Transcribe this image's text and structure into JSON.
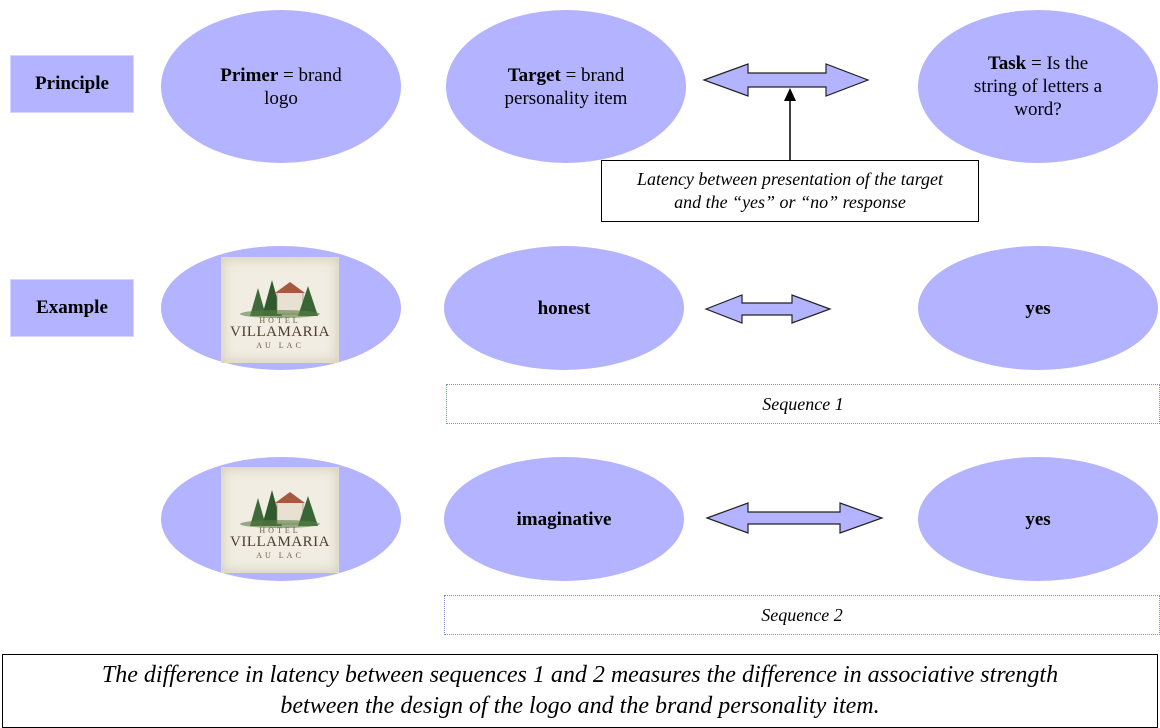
{
  "rows": {
    "principle_label": "Principle",
    "example_label": "Example"
  },
  "principle": {
    "primer_bold": "Primer",
    "primer_rest_1": " = brand",
    "primer_rest_2": "logo",
    "target_bold": "Target",
    "target_rest_1": " = brand",
    "target_rest_2": "personality item",
    "task_bold": "Task",
    "task_rest_1": " = Is the",
    "task_rest_2": "string of letters a",
    "task_rest_3": "word?"
  },
  "latency": {
    "line1": "Latency between presentation of the target",
    "line2": "and the “yes” or “no” response"
  },
  "logo": {
    "hotel": "HOTEL",
    "name": "VILLAMARIA",
    "sub": "AU LAC"
  },
  "sequence1": {
    "target": "honest",
    "response": "yes",
    "caption": "Sequence 1"
  },
  "sequence2": {
    "target": "imaginative",
    "response": "yes",
    "caption": "Sequence 2"
  },
  "footer": {
    "line1": "The difference in latency between sequences 1 and 2 measures the difference in associative strength",
    "line2": "between the design of the logo and the brand personality item."
  },
  "colors": {
    "ellipse_fill": "#b3b3ff",
    "arrow_fill": "#b3b3ff"
  }
}
